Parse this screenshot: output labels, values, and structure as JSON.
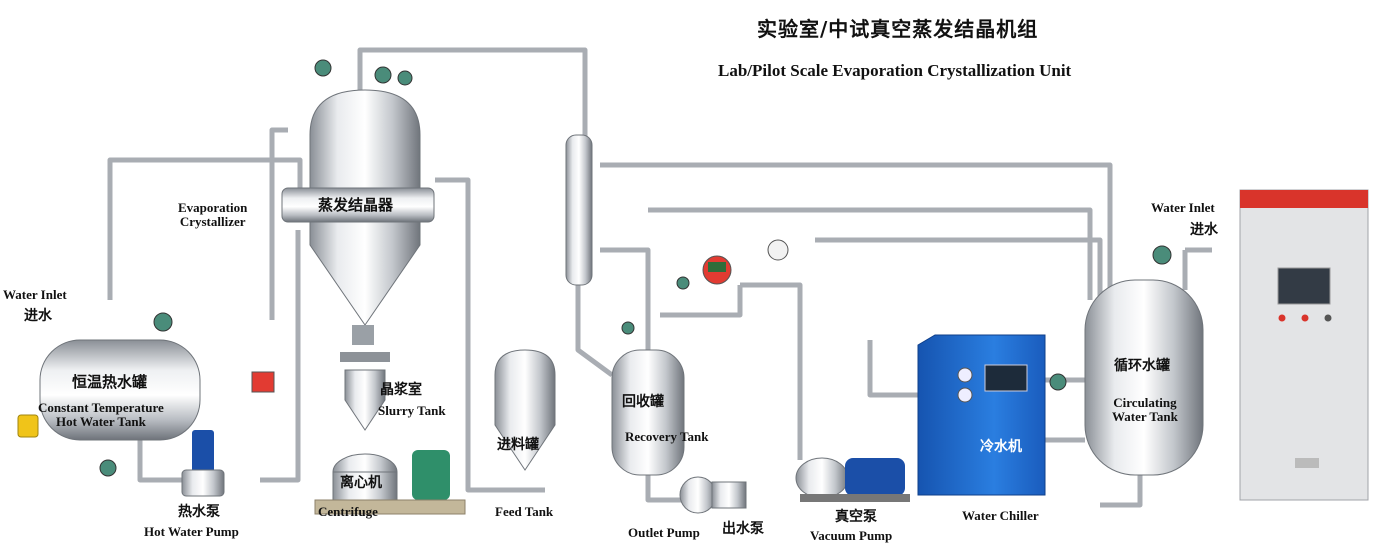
{
  "title": {
    "zh": "实验室/中试真空蒸发结晶机组",
    "en": "Lab/Pilot Scale Evaporation Crystallization Unit"
  },
  "equipment": {
    "evaporation_crystallizer": {
      "zh": "蒸发结晶器",
      "en_line1": "Evaporation",
      "en_line2": "Crystallizer"
    },
    "hot_water_tank": {
      "zh": "恒温热水罐",
      "en_line1": "Constant Temperature",
      "en_line2": "Hot Water Tank"
    },
    "hot_water_pump": {
      "zh": "热水泵",
      "en": "Hot Water Pump"
    },
    "slurry_tank": {
      "zh": "晶浆室",
      "en": "Slurry Tank"
    },
    "centrifuge": {
      "zh": "离心机",
      "en": "Centrifuge"
    },
    "feed_tank": {
      "zh": "进料罐",
      "en": "Feed Tank"
    },
    "recovery_tank": {
      "zh": "回收罐",
      "en": "Recovery Tank"
    },
    "outlet_pump": {
      "zh": "出水泵",
      "en": "Outlet Pump"
    },
    "vacuum_pump": {
      "zh": "真空泵",
      "en": "Vacuum Pump"
    },
    "water_chiller": {
      "zh": "冷水机",
      "en": "Water Chiller"
    },
    "circulating_tank": {
      "zh": "循环水罐",
      "en_line1": "Circulating",
      "en_line2": "Water Tank"
    }
  },
  "water_inlet_left": {
    "en": "Water Inlet",
    "zh": "进水"
  },
  "water_inlet_right": {
    "en": "Water Inlet",
    "zh": "进水"
  },
  "colors": {
    "pipe": "#a9adb3",
    "steel": "#c9ccd1",
    "chiller_blue": "#1f6fd1",
    "pump_blue": "#1b4fa8",
    "cabinet": "#e2e3e5",
    "accent_red": "#d9342b"
  }
}
